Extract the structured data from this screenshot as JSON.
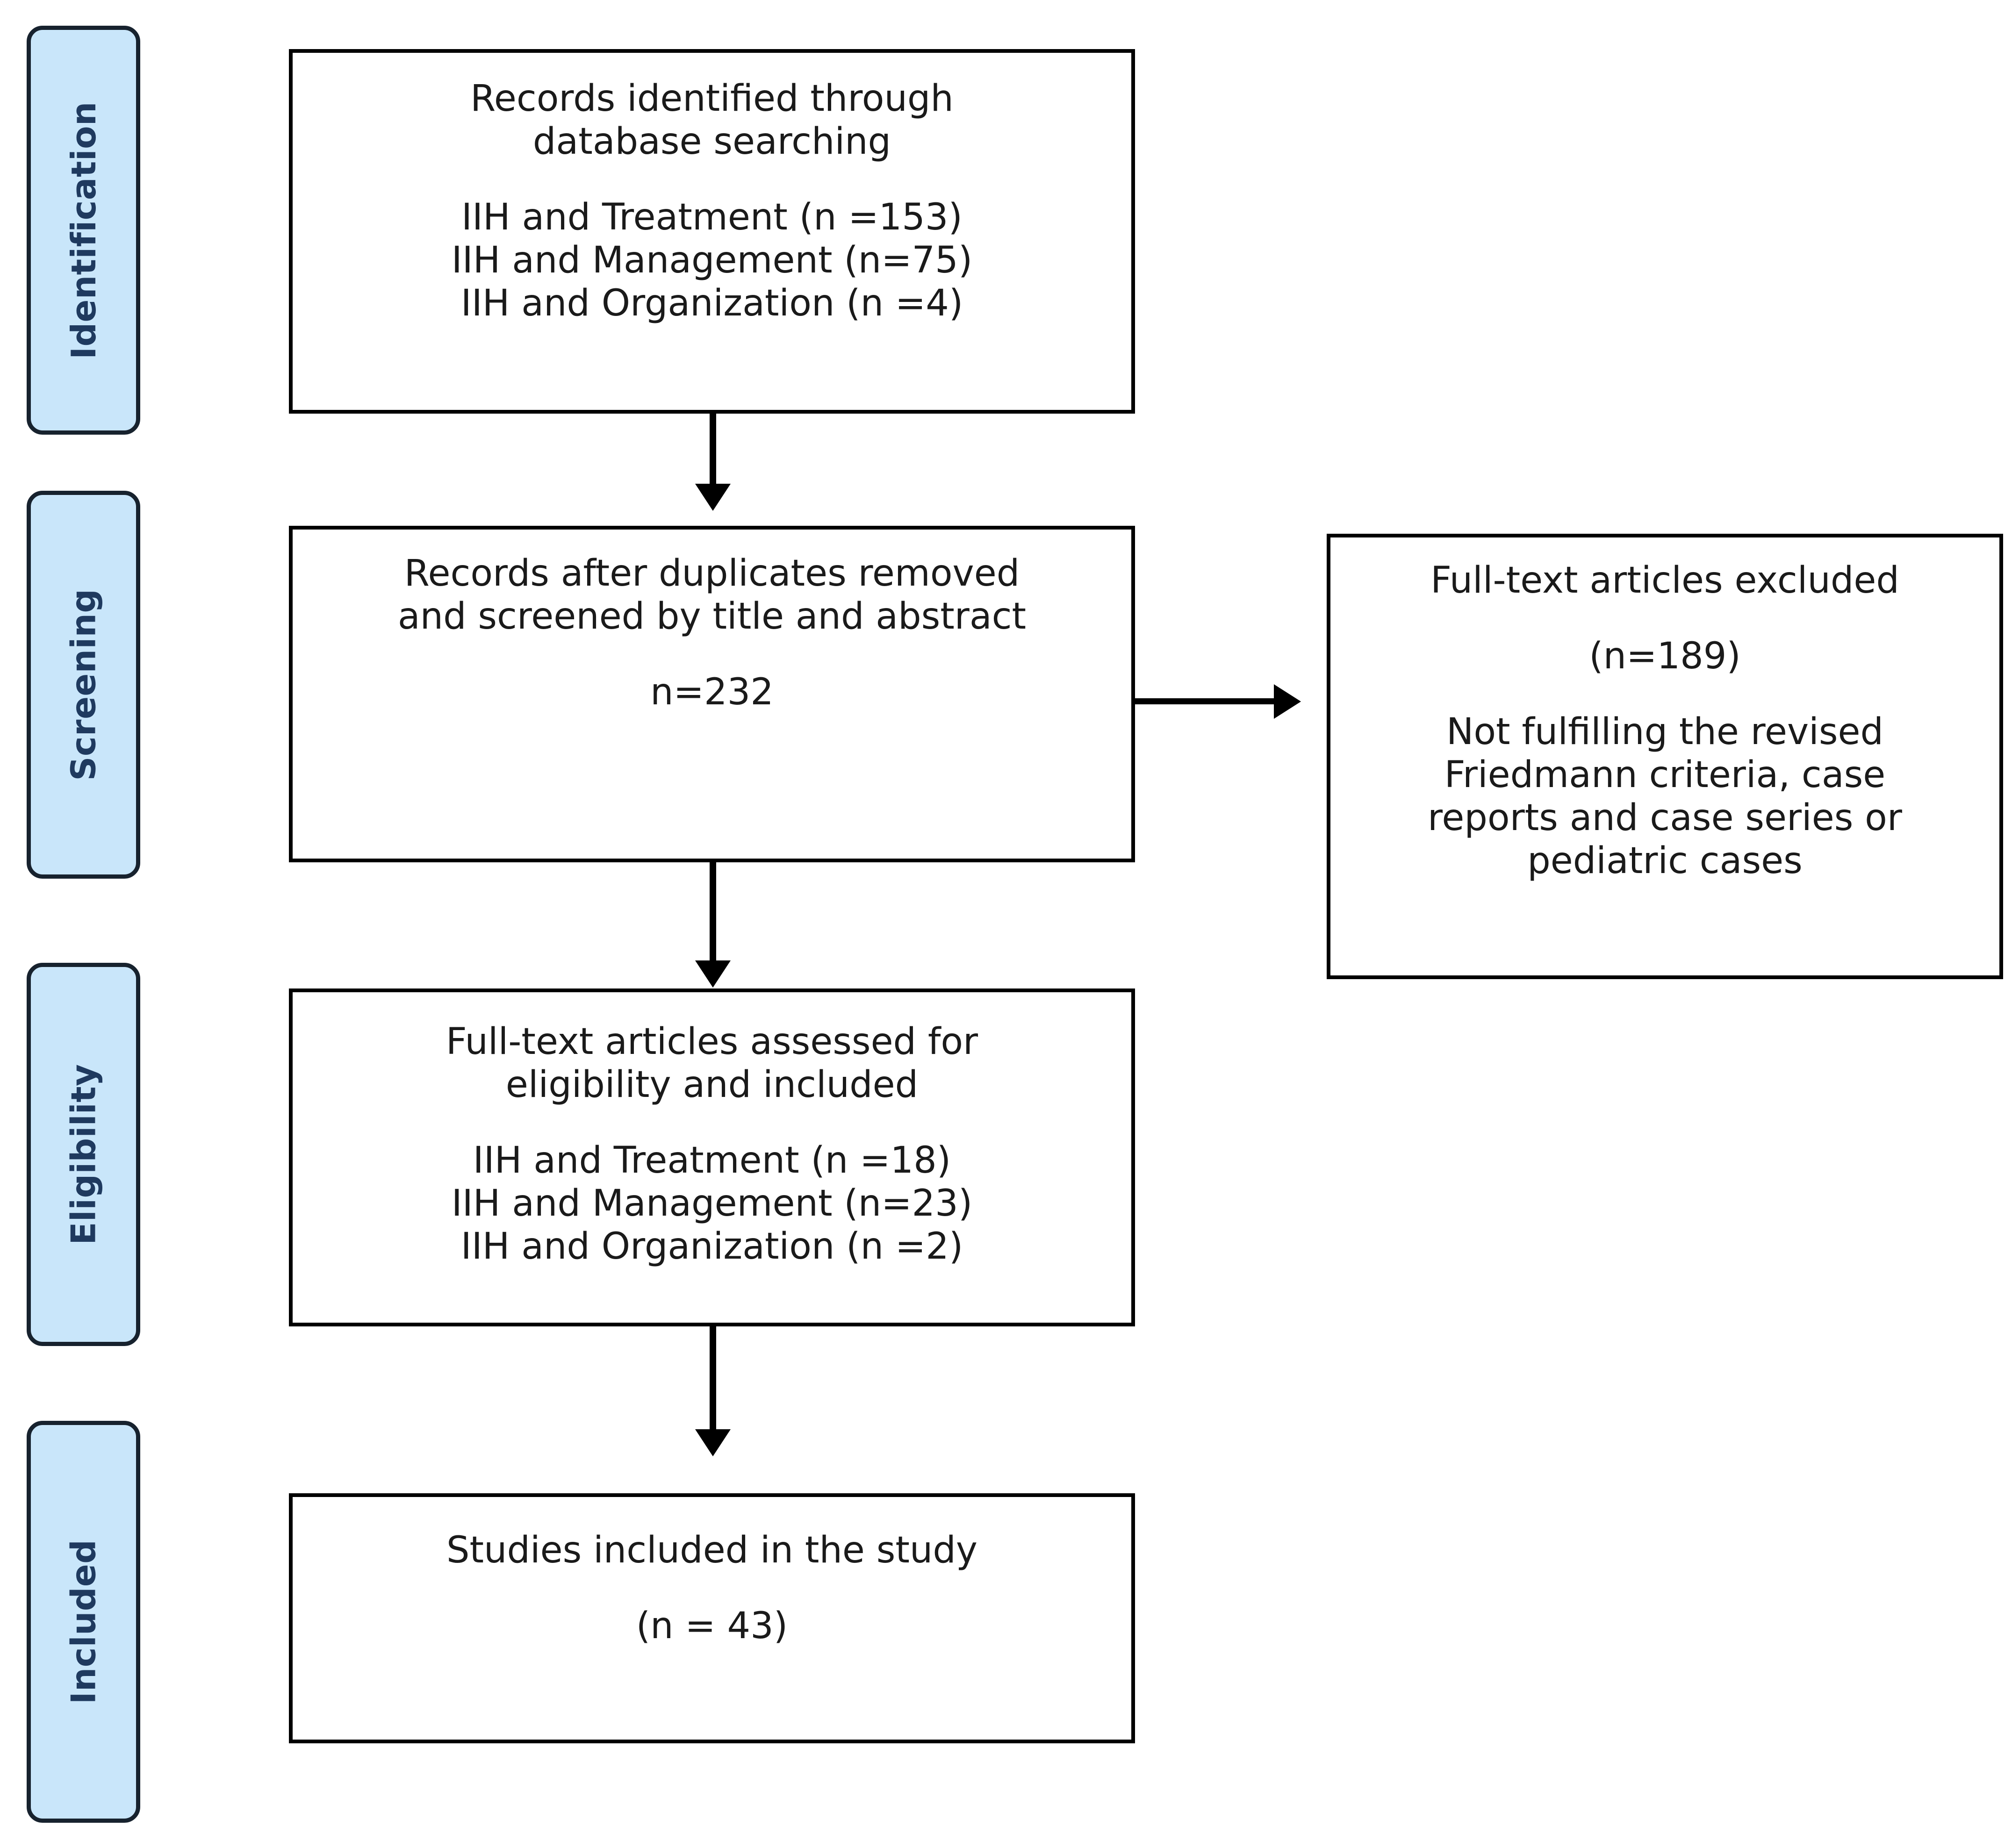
{
  "diagram": {
    "type": "prisma-flow-diagram",
    "colors": {
      "stage_tab_fill": "#c9e6fa",
      "stage_tab_border": "#17222e",
      "stage_tab_text": "#1f3a5f",
      "box_border": "#000000",
      "box_fill": "#ffffff",
      "box_text": "#1a1a1a",
      "arrow": "#000000"
    }
  },
  "stages": [
    {
      "id": "identification",
      "label": "Identification"
    },
    {
      "id": "screening",
      "label": "Screening"
    },
    {
      "id": "eligibility",
      "label": "Eligibility"
    },
    {
      "id": "included",
      "label": "Included"
    }
  ],
  "boxes": {
    "identified": {
      "heading": "Records identified through\ndatabase searching",
      "lines": [
        "IIH and Treatment (n =153)",
        "IIH and Management (n=75)",
        "IIH and Organization (n =4)"
      ]
    },
    "duplicates": {
      "heading": "Records after duplicates removed\nand screened by title and abstract",
      "count": "n=232"
    },
    "excluded": {
      "heading": "Full-text articles excluded",
      "count": "(n=189)",
      "reason": "Not fulfilling the revised\nFriedmann criteria, case\nreports and case series or\npediatric cases"
    },
    "eligibility": {
      "heading": "Full-text articles assessed for\neligibility and included",
      "lines": [
        "IIH and Treatment (n =18)",
        "IIH and Management (n=23)",
        "IIH and Organization (n =2)"
      ]
    },
    "included": {
      "heading": "Studies included in the study",
      "count": "(n = 43)"
    }
  },
  "chart_data": {
    "type": "diagram",
    "title": "PRISMA flow diagram",
    "nodes": [
      {
        "id": "identified",
        "stage": "Identification",
        "label": "Records identified through database searching",
        "values": {
          "IIH and Treatment": 153,
          "IIH and Management": 75,
          "IIH and Organization": 4
        }
      },
      {
        "id": "duplicates",
        "stage": "Screening",
        "label": "Records after duplicates removed and screened by title and abstract",
        "n": 232
      },
      {
        "id": "excluded",
        "stage": "Screening",
        "label": "Full-text articles excluded",
        "n": 189,
        "reason": "Not fulfilling the revised Friedmann criteria, case reports and case series or pediatric cases"
      },
      {
        "id": "eligibility",
        "stage": "Eligibility",
        "label": "Full-text articles assessed for eligibility and included",
        "values": {
          "IIH and Treatment": 18,
          "IIH and Management": 23,
          "IIH and Organization": 2
        }
      },
      {
        "id": "included",
        "stage": "Included",
        "label": "Studies included in the study",
        "n": 43
      }
    ],
    "edges": [
      {
        "from": "identified",
        "to": "duplicates",
        "direction": "down"
      },
      {
        "from": "duplicates",
        "to": "excluded",
        "direction": "right"
      },
      {
        "from": "duplicates",
        "to": "eligibility",
        "direction": "down"
      },
      {
        "from": "eligibility",
        "to": "included",
        "direction": "down"
      }
    ]
  }
}
